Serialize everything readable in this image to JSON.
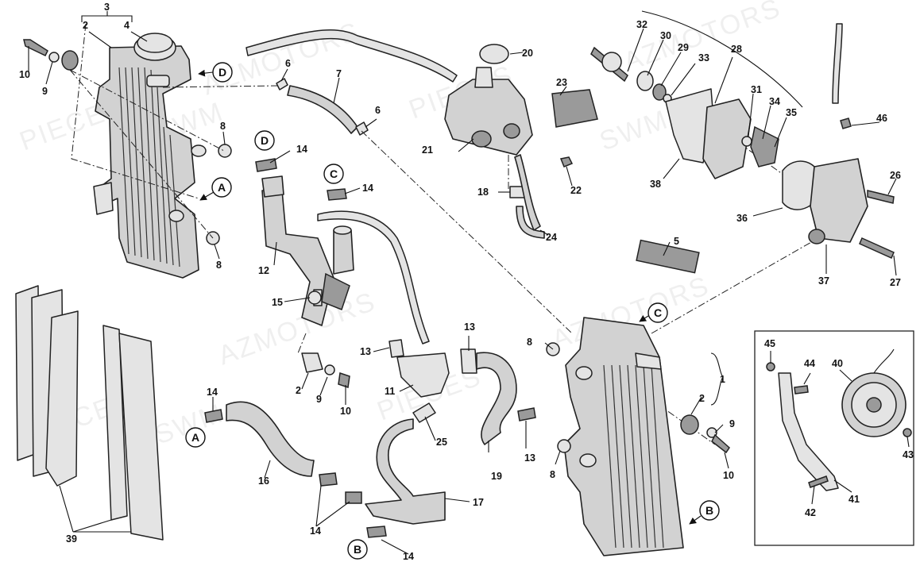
{
  "labels": [
    "1",
    "2",
    "3",
    "4",
    "5",
    "6",
    "7",
    "8",
    "9",
    "10",
    "11",
    "12",
    "13",
    "14",
    "15",
    "16",
    "17",
    "18",
    "19",
    "20",
    "21",
    "22",
    "23",
    "24",
    "25",
    "26",
    "27",
    "28",
    "29",
    "30",
    "31",
    "32",
    "33",
    "34",
    "35",
    "36",
    "37",
    "38",
    "39",
    "40",
    "41",
    "42",
    "43",
    "44",
    "45",
    "46"
  ],
  "letters": [
    "A",
    "B",
    "C",
    "D"
  ],
  "watermark": [
    "PIECES",
    "SWM",
    "AZMOTORS"
  ]
}
